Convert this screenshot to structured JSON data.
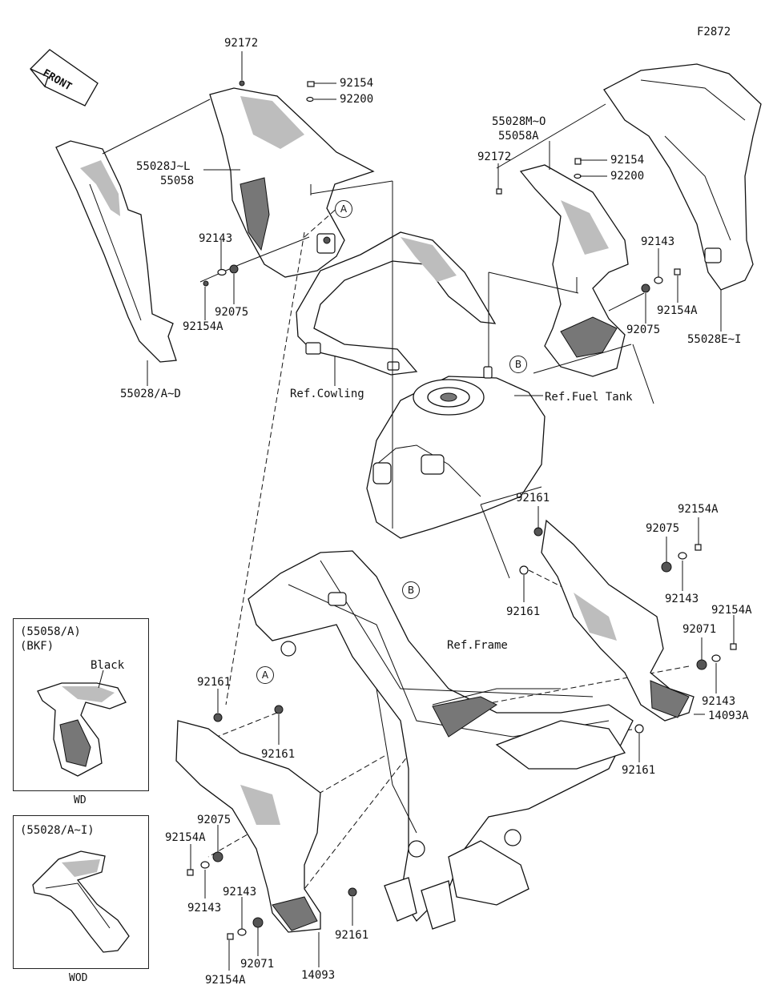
{
  "figure_code": "F2872",
  "front_arrow_text": "FRONT",
  "part_labels": {
    "p92172_a": "92172",
    "p92154_a": "92154",
    "p92200_a": "92200",
    "p55028jl": "55028J~L",
    "p55058": "55058",
    "p92143_a": "92143",
    "p92075_a": "92075",
    "p92154a_a": "92154A",
    "p55028ad": "55028/A~D",
    "p55028mo": "55028M~O",
    "p55058a": "55058A",
    "p92172_b": "92172",
    "p92154_b": "92154",
    "p92200_b": "92200",
    "p92143_b": "92143",
    "p92154a_b": "92154A",
    "p92075_b": "92075",
    "p55028ei": "55028E~I",
    "p92161_a": "92161",
    "p92154a_c": "92154A",
    "p92075_c": "92075",
    "p92161_b": "92161",
    "p92143_c": "92143",
    "p92154a_d": "92154A",
    "p92071_a": "92071",
    "p92143_d": "92143",
    "p14093a": "14093A",
    "p92161_c": "92161",
    "p92161_d": "92161",
    "p92161_e": "92161",
    "p92075_d": "92075",
    "p92154a_e": "92154A",
    "p92143_e": "92143",
    "p92143_f": "92143",
    "p92071_b": "92071",
    "p92161_f": "92161",
    "p14093": "14093",
    "p92154a_f": "92154A"
  },
  "references": {
    "cowling": "Ref.Cowling",
    "fuel_tank": "Ref.Fuel Tank",
    "frame": "Ref.Frame"
  },
  "callouts": {
    "a_top": "A",
    "b_right": "B",
    "b_frame": "B",
    "a_frame": "A"
  },
  "insets": {
    "top": {
      "title_line1": "(55058/A)",
      "title_line2": "(BKF)",
      "color_note": "Black",
      "caption": "WD"
    },
    "bottom": {
      "title_line1": "(55028/A~I)",
      "caption": "WOD"
    }
  }
}
